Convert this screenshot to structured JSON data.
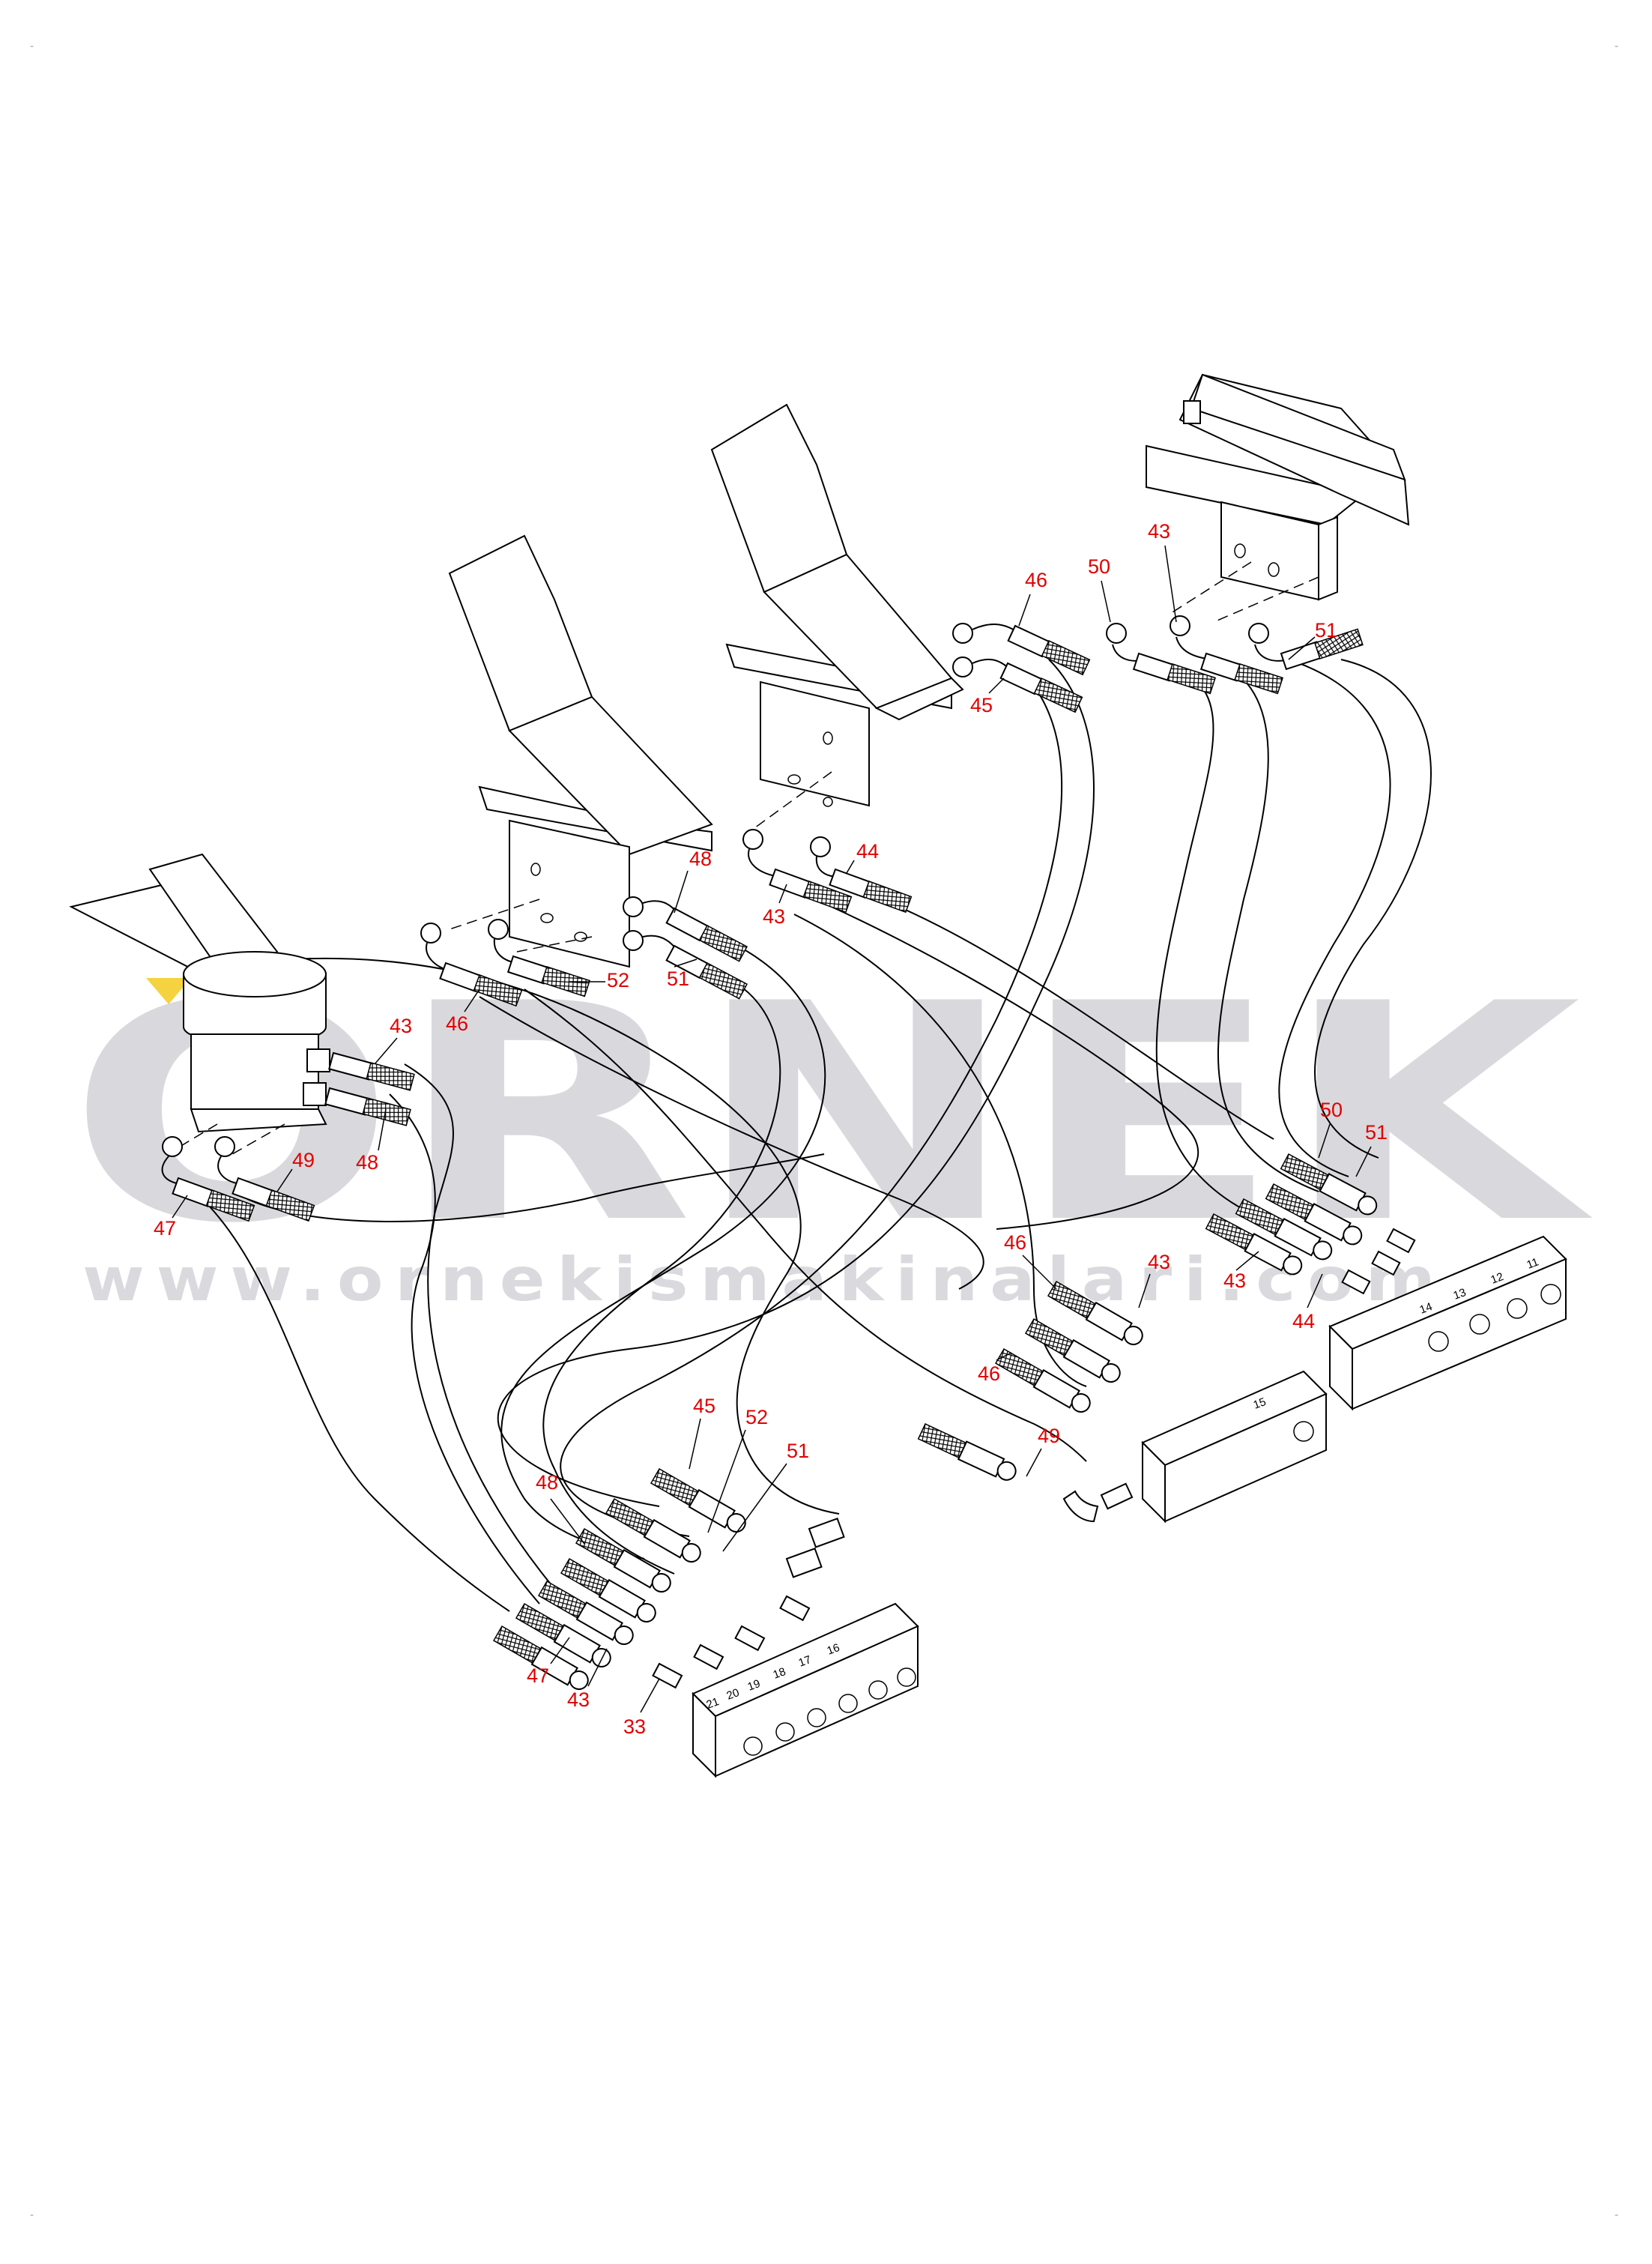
{
  "watermark": {
    "brand": "ORNEK",
    "url": "www.ornekismakinalari.com.tr",
    "text_color": "#d9d9dd",
    "accent_color": "#f2c400"
  },
  "callout_color": "#e00000",
  "callouts": [
    {
      "id": "c-43-top-right",
      "label": "43"
    },
    {
      "id": "c-50-top-right",
      "label": "50"
    },
    {
      "id": "c-51-top-right",
      "label": "51"
    },
    {
      "id": "c-46-top-mid",
      "label": "46"
    },
    {
      "id": "c-45-top-mid",
      "label": "45"
    },
    {
      "id": "c-43-mid-pedal",
      "label": "43"
    },
    {
      "id": "c-44-mid-pedal",
      "label": "44"
    },
    {
      "id": "c-48-left-pedal",
      "label": "48"
    },
    {
      "id": "c-52-left-pedal",
      "label": "52"
    },
    {
      "id": "c-51-left-pedal",
      "label": "51"
    },
    {
      "id": "c-46-left-pedal",
      "label": "46"
    },
    {
      "id": "c-43-twin",
      "label": "43"
    },
    {
      "id": "c-48-twin",
      "label": "48"
    },
    {
      "id": "c-49-twin",
      "label": "49"
    },
    {
      "id": "c-47-twin",
      "label": "47"
    },
    {
      "id": "c-50-block-right",
      "label": "50"
    },
    {
      "id": "c-51-block-right",
      "label": "51"
    },
    {
      "id": "c-46-block-mid-a",
      "label": "46"
    },
    {
      "id": "c-43-block-mid",
      "label": "43"
    },
    {
      "id": "c-43-block-right",
      "label": "43"
    },
    {
      "id": "c-44-block-right",
      "label": "44"
    },
    {
      "id": "c-46-block-mid-b",
      "label": "46"
    },
    {
      "id": "c-49-block-mid",
      "label": "49"
    },
    {
      "id": "c-45-block-left",
      "label": "45"
    },
    {
      "id": "c-52-block-left",
      "label": "52"
    },
    {
      "id": "c-51-block-left",
      "label": "51"
    },
    {
      "id": "c-48-block-left",
      "label": "48"
    },
    {
      "id": "c-47-block-left",
      "label": "47"
    },
    {
      "id": "c-43-block-left",
      "label": "43"
    },
    {
      "id": "c-33-block-left",
      "label": "33"
    }
  ],
  "blocks": {
    "left": {
      "ports": [
        "21",
        "20",
        "19",
        "18",
        "17",
        "16"
      ]
    },
    "middle": {
      "ports": [
        "15"
      ]
    },
    "right": {
      "ports": [
        "14",
        "13",
        "12",
        "11"
      ]
    }
  },
  "icons": {
    "pedals": [
      "flat-foot-pedal-icon",
      "angled-pedal-icon",
      "angled-pedal-icon",
      "twin-pedal-valve-icon"
    ],
    "fittings": [
      "hose-fitting-icon"
    ],
    "blocks": [
      "manifold-block-icon"
    ]
  }
}
